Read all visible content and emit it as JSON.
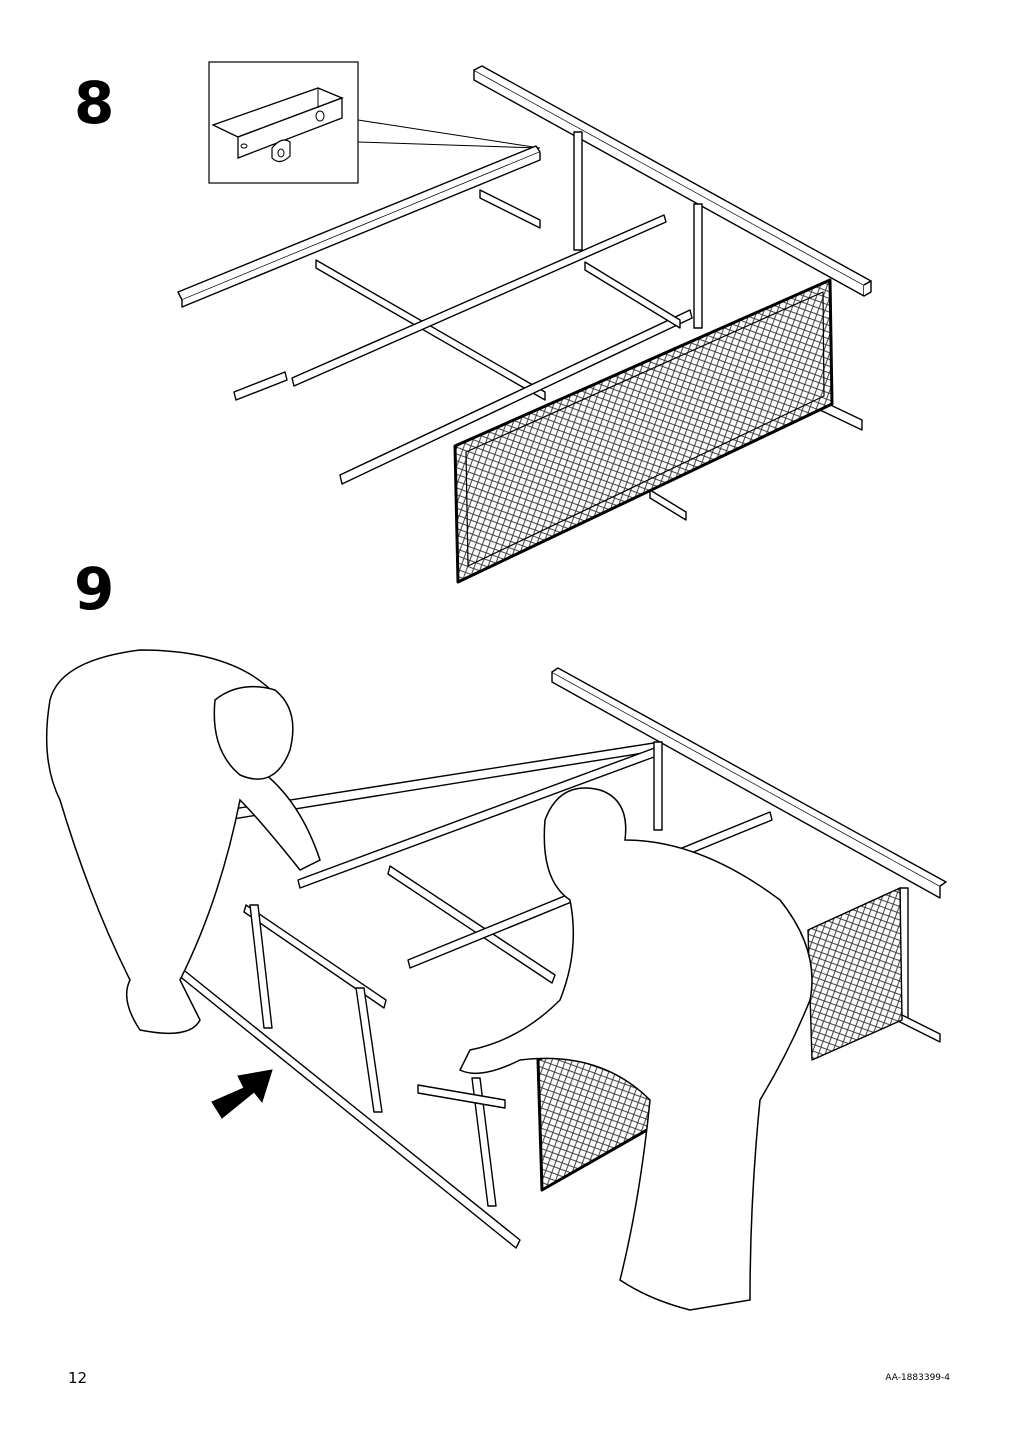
{
  "steps": [
    {
      "number": "8"
    },
    {
      "number": "9"
    }
  ],
  "footer": {
    "page_number": "12",
    "document_code": "AA-1883399-4"
  }
}
